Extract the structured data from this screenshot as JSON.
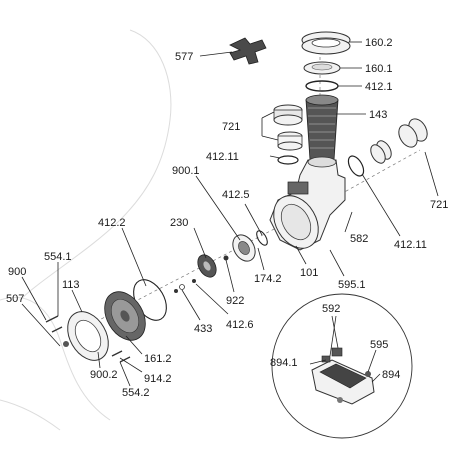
{
  "labels": {
    "l160_2": "160.2",
    "l577": "577",
    "l160_1": "160.1",
    "l412_1": "412.1",
    "l143": "143",
    "l721a": "721",
    "l412_11a": "412.11",
    "l900_1": "900.1",
    "l412_5": "412.5",
    "l721b": "721",
    "l230": "230",
    "l412_2": "412.2",
    "l582": "582",
    "l412_11b": "412.11",
    "l174_2": "174.2",
    "l101": "101",
    "l595_1": "595.1",
    "l922": "922",
    "l900a": "900",
    "l554_1": "554.1",
    "l113": "113",
    "l507": "507",
    "l433": "433",
    "l412_6": "412.6",
    "l161_2": "161.2",
    "l914_2": "914.2",
    "l900_2": "900.2",
    "l554_2": "554.2",
    "l592": "592",
    "l595": "595",
    "l894_1": "894.1",
    "l894": "894"
  }
}
